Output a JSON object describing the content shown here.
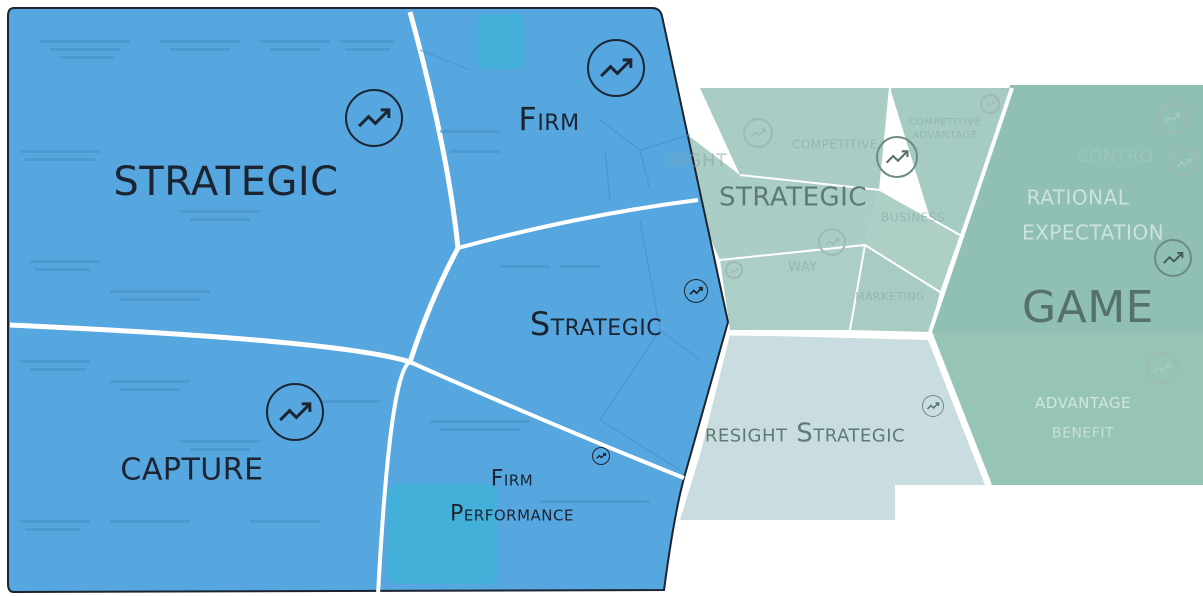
{
  "icons": {
    "trend": "trend-up-icon"
  },
  "colors": {
    "blue_cell": "#56a6e0",
    "blue_highlight": "#3fb1d8",
    "teal_light": "#a9ccc4",
    "teal_mid": "#8fc0b3",
    "gray_light": "#c9dde0",
    "border": "#1b2430",
    "separator": "#ffffff"
  },
  "blue_group": {
    "strategic_main": "STRATEGIC",
    "firm": "Firm",
    "strategic_small": "Strategic",
    "capture": "CAPTURE",
    "firm_performance_line1": "Firm",
    "firm_performance_line2": "Performance"
  },
  "middle_group": {
    "strategic": "STRATEGIC",
    "competitive": "COMPETITIVE",
    "competitive_advantage_line1": "COMPETITIVE",
    "competitive_advantage_line2": "ADVANTAGE",
    "business": "BUSINESS",
    "way": "WAY",
    "marketing": "MARKETING",
    "right_partial": "RIGHT"
  },
  "lower_group": {
    "foresight_partial": "resight Strategic"
  },
  "right_group": {
    "game": "GAME",
    "rational": "RATIONAL",
    "expectation": "EXPECTATION",
    "control_partial": "CONTRO",
    "advantage": "ADVANTAGE",
    "benefit": "BENEFIT"
  }
}
